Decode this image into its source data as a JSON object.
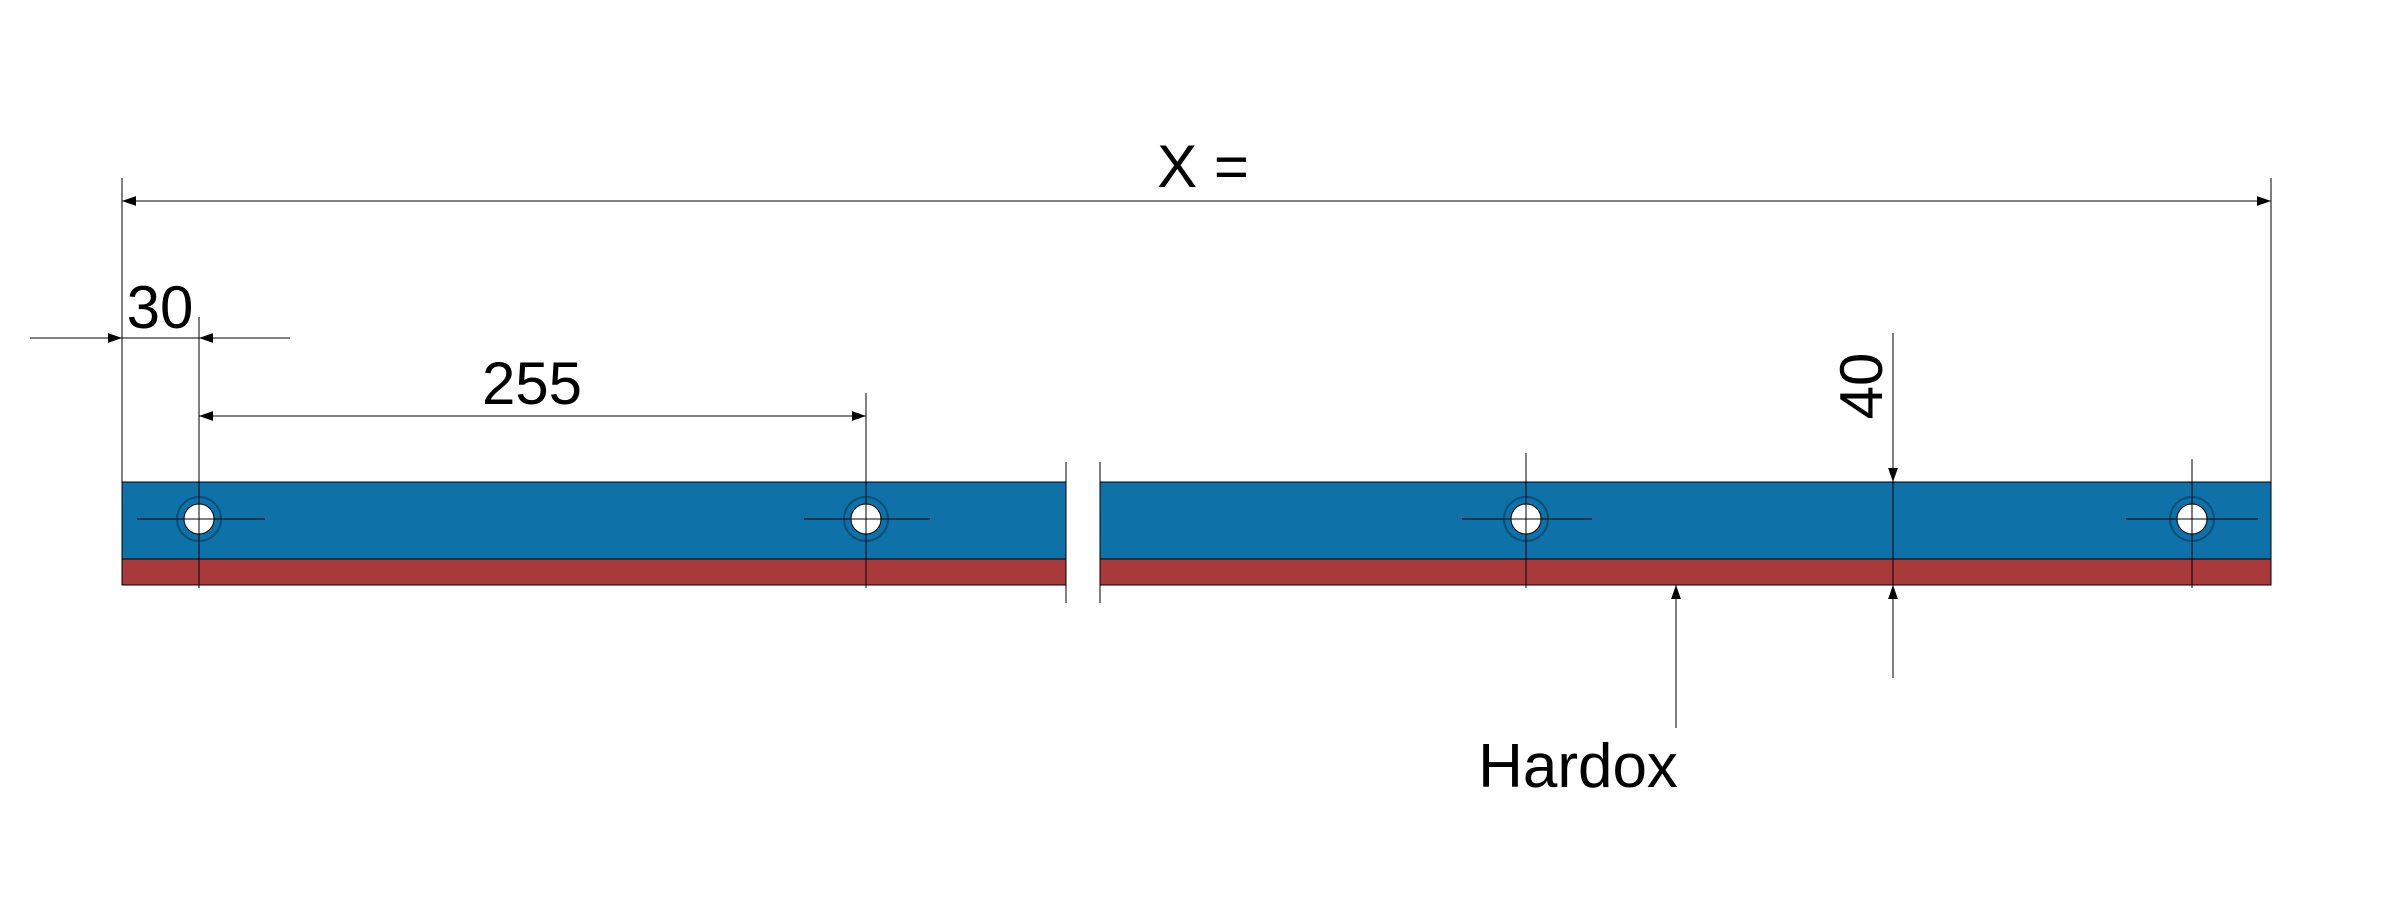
{
  "labels": {
    "overall_length": "X =",
    "edge_offset": "30",
    "hole_spacing": "255",
    "height": "40",
    "material": "Hardox"
  },
  "colors": {
    "strip": "#0e72a8",
    "wear_layer": "#a83a3c",
    "line": "#000000"
  },
  "icons": [
    "mounting-hole-icon",
    "arrowhead-icon"
  ]
}
